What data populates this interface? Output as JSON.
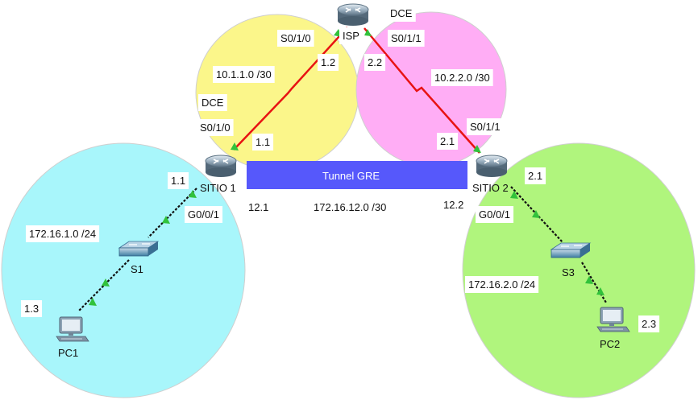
{
  "colors": {
    "lan1": "#a8f6fb",
    "wan1": "#fbf68a",
    "wan2": "#ffadf5",
    "lan2": "#b0f57d",
    "tunnel": "#5658fb",
    "serial": "#e81313",
    "ethernet": "#111111",
    "link_ok": "#31c23b"
  },
  "devices": {
    "isp": "ISP",
    "sitio1": "SITIO 1",
    "sitio2": "SITIO 2",
    "s1": "S1",
    "s3": "S3",
    "pc1": "PC1",
    "pc2": "PC2"
  },
  "networks": {
    "wan1": "10.1.1.0 /30",
    "wan2": "10.2.2.0 /30",
    "lan1": "172.16.1.0 /24",
    "lan2": "172.16.2.0 /24",
    "tunnel_net": "172.16.12.0 /30"
  },
  "tunnel": {
    "label": "Tunnel GRE"
  },
  "interfaces": {
    "isp_s010": "S0/1/0",
    "isp_s011": "S0/1/1",
    "isp_dce": "DCE",
    "r1_dce": "DCE",
    "r1_s010": "S0/1/0",
    "r1_g001": "G0/0/1",
    "r2_s011": "S0/1/1",
    "r2_g001": "G0/0/1"
  },
  "addresses": {
    "isp_wan1": "1.2",
    "isp_wan2": "2.2",
    "r1_wan": "1.1",
    "r1_lan": "1.1",
    "r1_tunnel": "12.1",
    "r2_wan": "2.1",
    "r2_lan": "2.1",
    "r2_tunnel": "12.2",
    "pc1": "1.3",
    "pc2": "2.3"
  }
}
